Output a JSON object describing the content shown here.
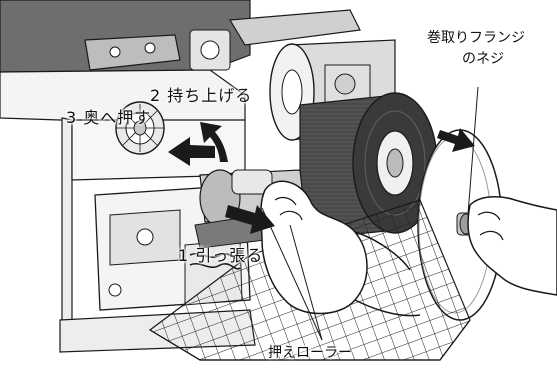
{
  "figure": {
    "labels": {
      "step1": "1 引っ張る",
      "step2": "2 持ち上げる",
      "step3": "3 奥へ押す",
      "flange_nut_line1": "巻取りフランジ",
      "flange_nut_line2": "のネジ",
      "pressure_roller": "押えローラー"
    },
    "colors": {
      "line": "#1a1a1a",
      "dark_roll": "#3a3a3a",
      "mid_gray": "#8c8c8c",
      "light_gray": "#d4d4d4",
      "paper": "#ffffff"
    }
  }
}
